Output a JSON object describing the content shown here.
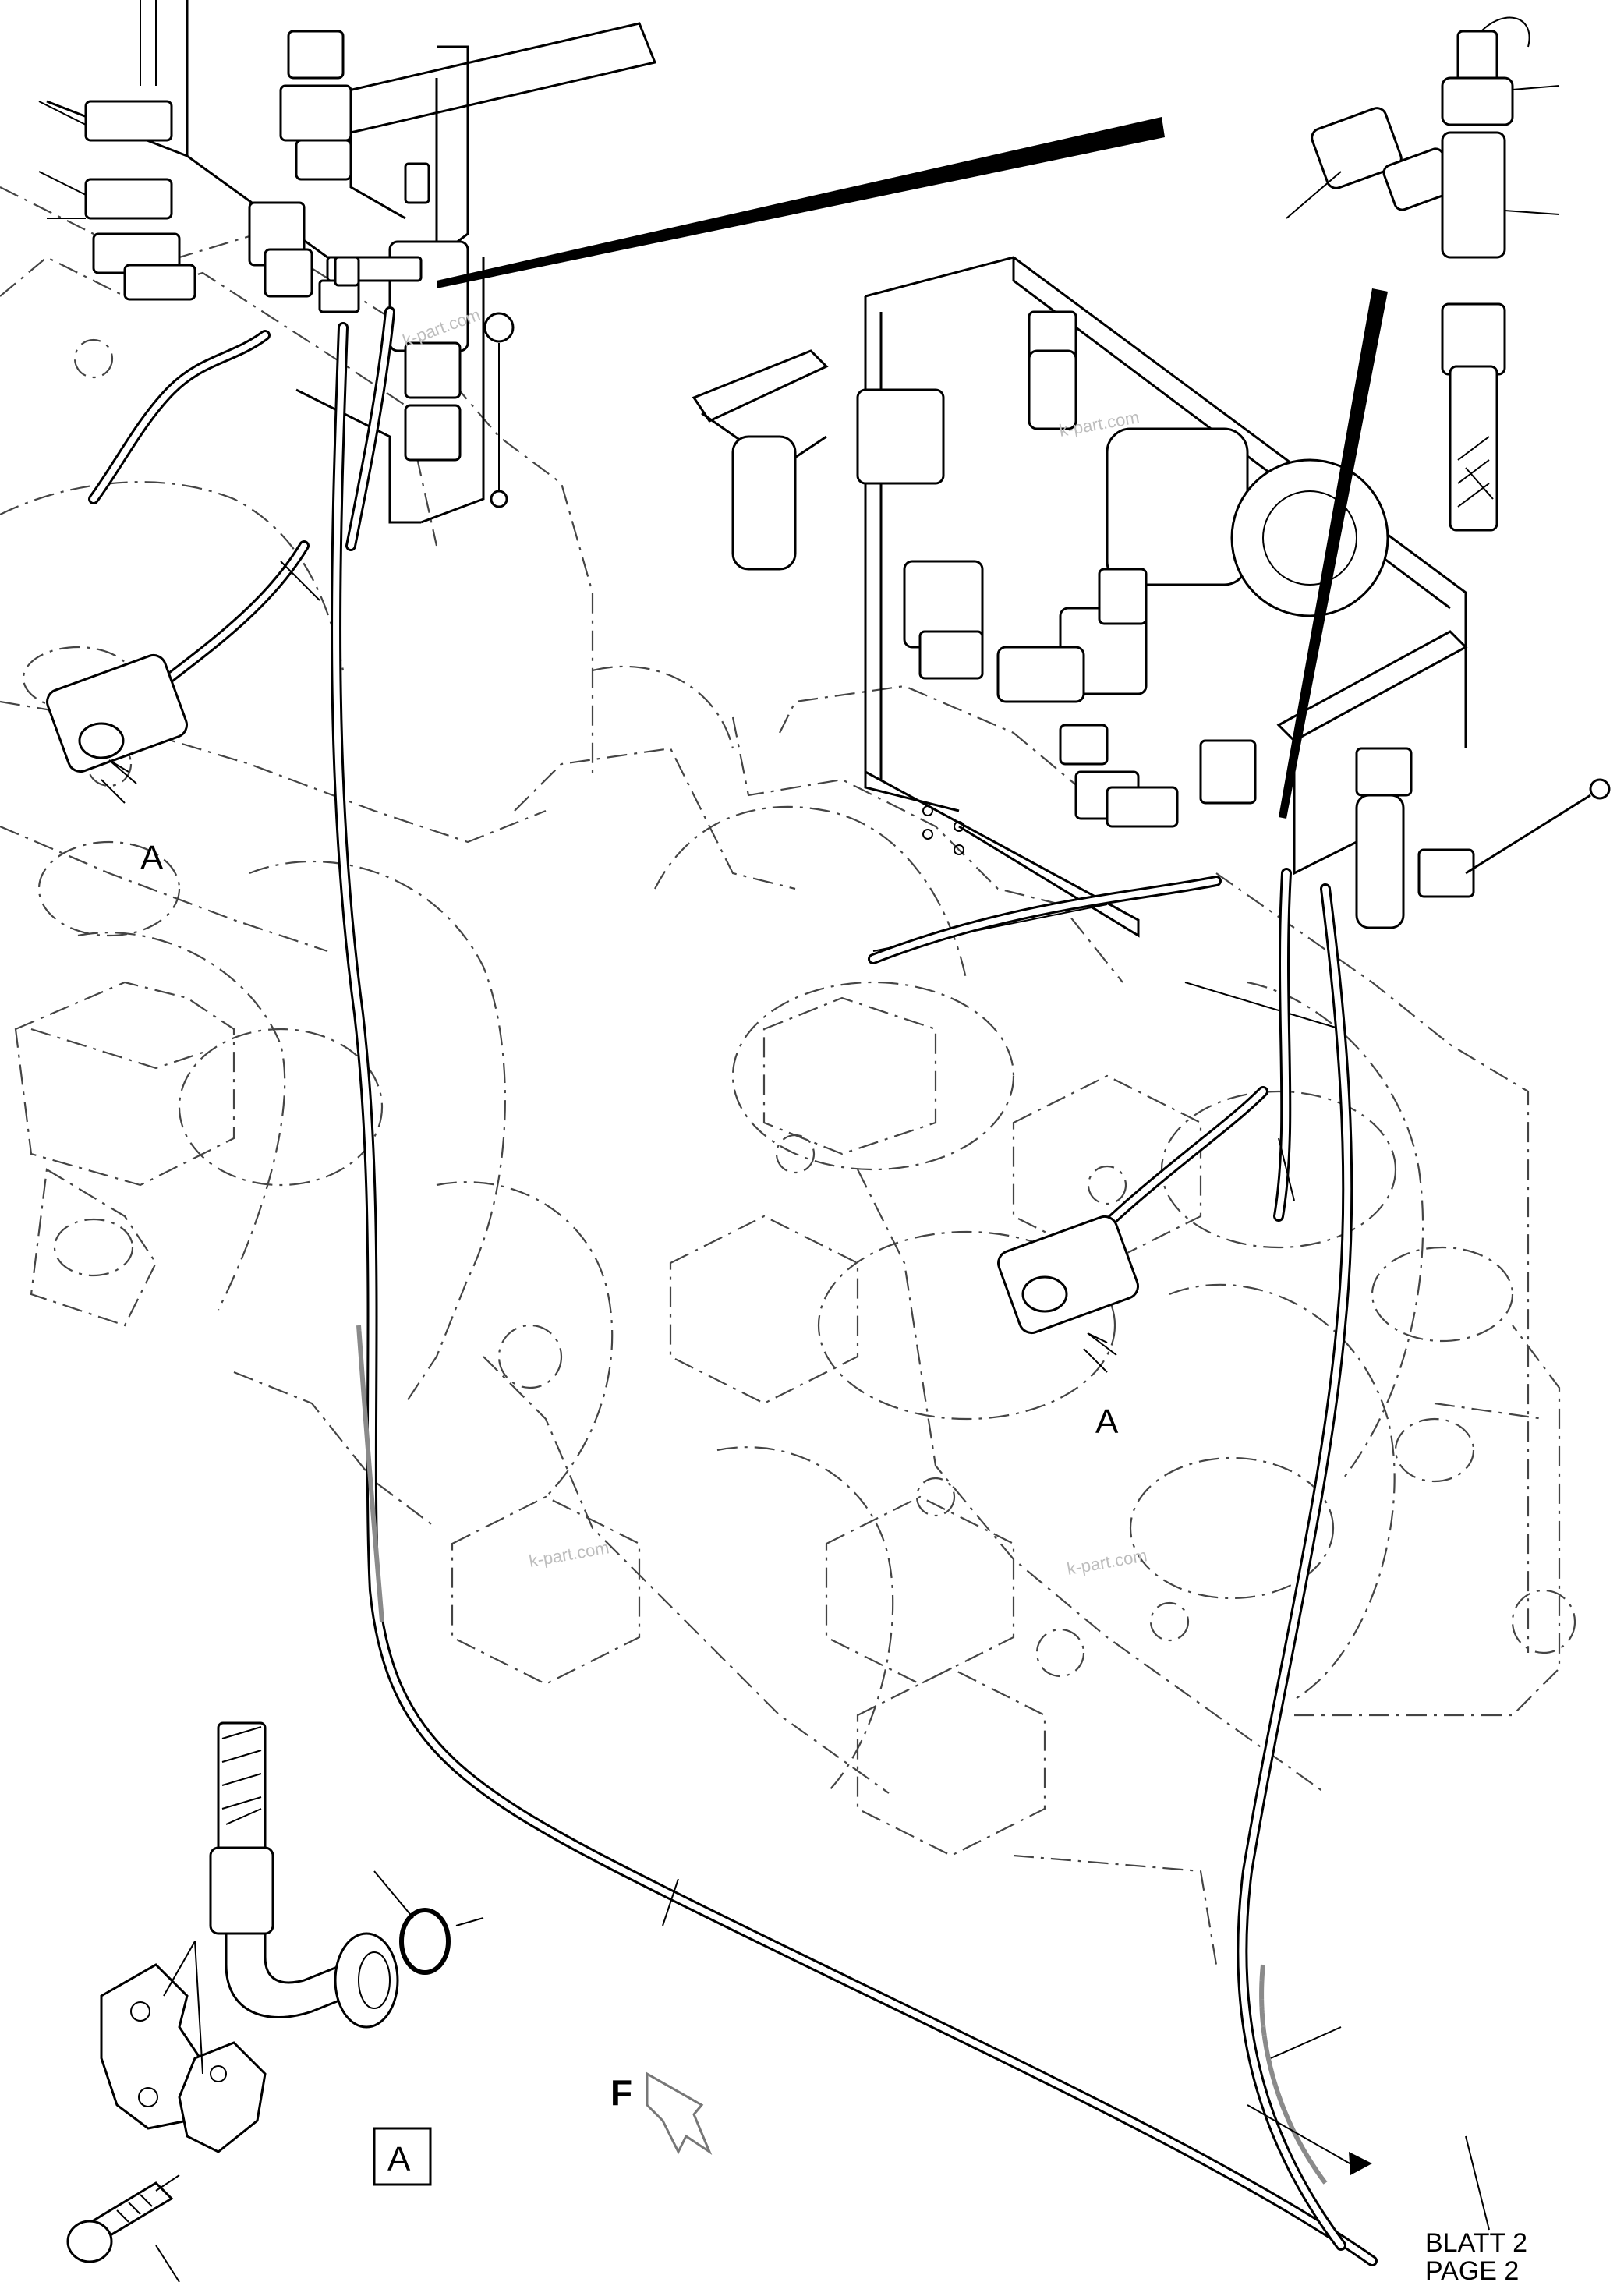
{
  "labels": {
    "callout_a_left": "A",
    "callout_a_right": "A",
    "detail_box": "A",
    "direction": "F",
    "sheet_ref_de": "BLATT 2",
    "sheet_ref_en": "PAGE 2"
  },
  "watermarks": [
    "k-part.com",
    "k-part.com",
    "k-part.com",
    "k-part.com"
  ]
}
